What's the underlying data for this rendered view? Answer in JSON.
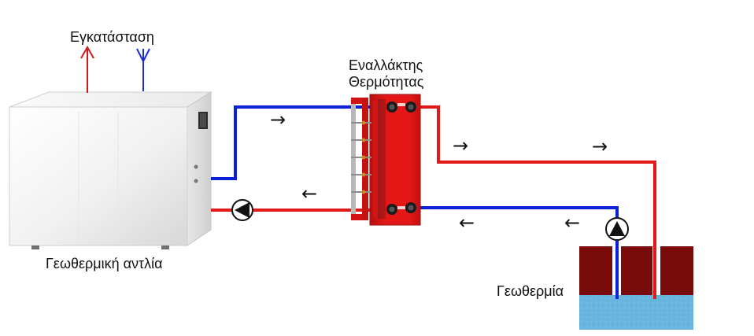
{
  "labels": {
    "installation": "Εγκατάσταση",
    "exchanger_line1": "Εναλλάκτης",
    "exchanger_line2": "Θερμότητας",
    "heat_pump": "Γεωθερμική αντλία",
    "geothermal": "Γεωθερμία"
  },
  "flow_arrows": {
    "right": "→",
    "left": "←"
  },
  "colors": {
    "hot_pipe": "#e11919",
    "cold_pipe": "#0b21d6",
    "exchanger": "#e51616",
    "soil": "#7a0b0b",
    "water": "#68b5de",
    "heat_pump_body": "#f1f1f1"
  }
}
